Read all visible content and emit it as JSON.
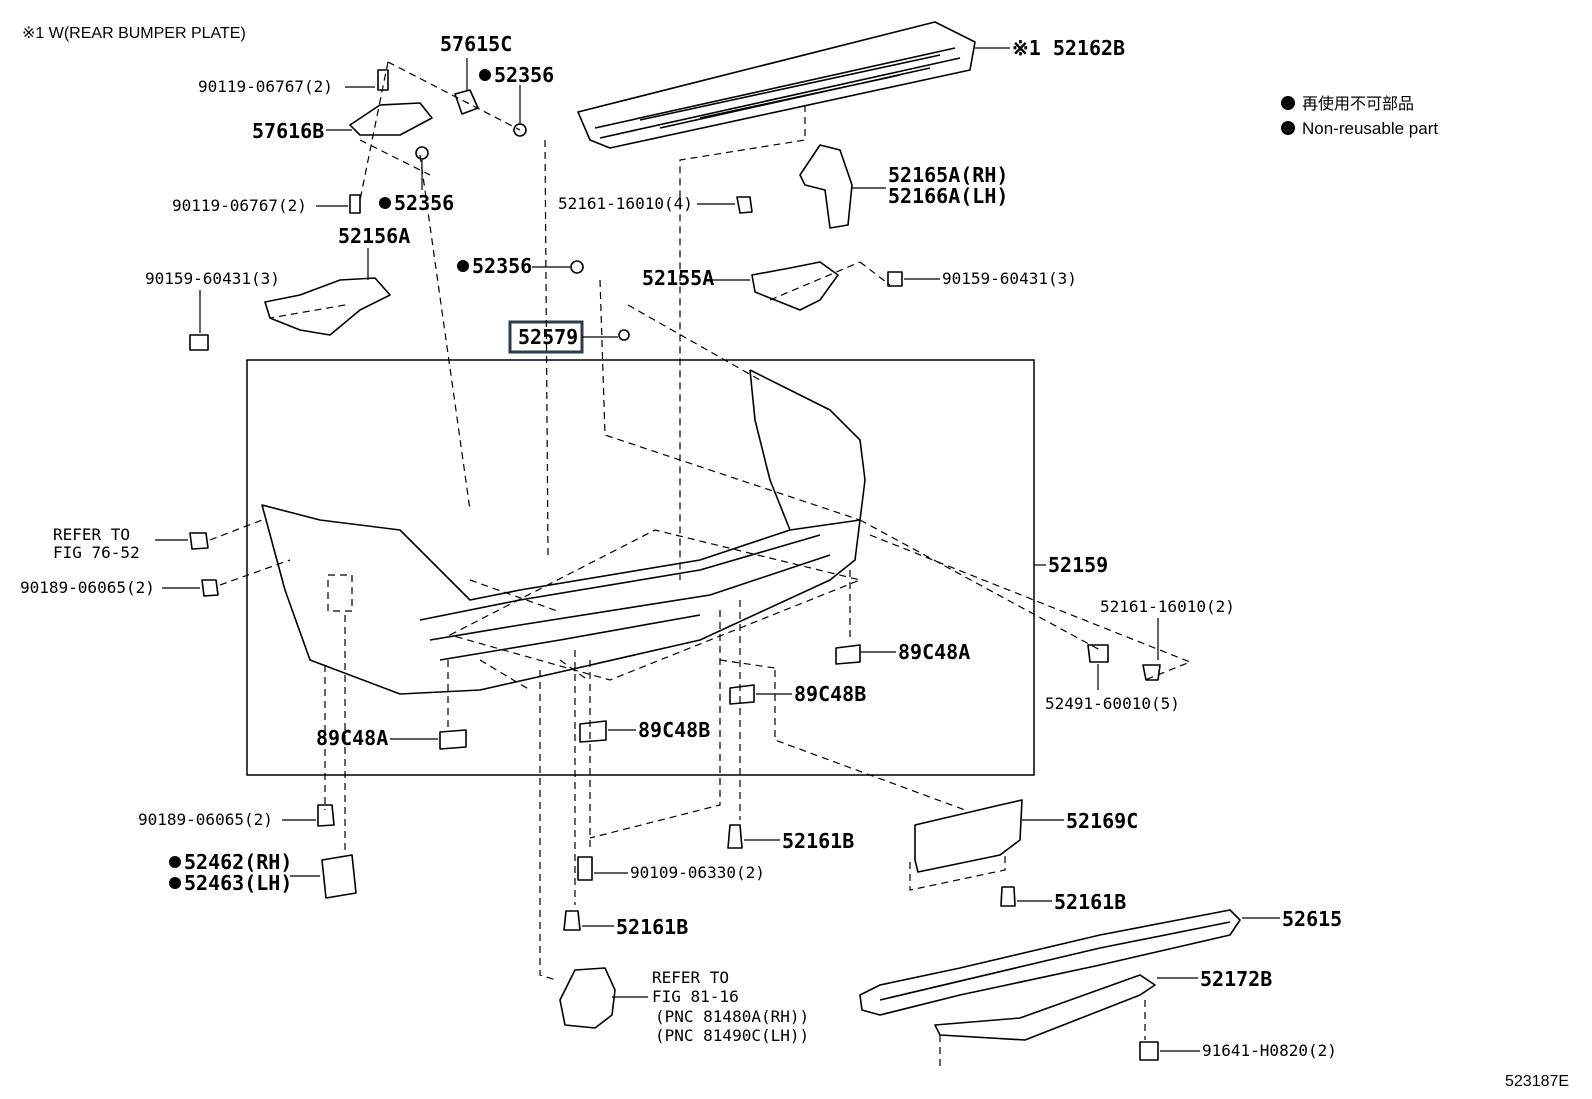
{
  "header": {
    "note": "※1 W(REAR BUMPER PLATE)",
    "legend_jp": "再使用不可部品",
    "legend_en": "Non-reusable part",
    "figure_id": "523187E"
  },
  "labels": {
    "p57615C": "57615C",
    "p52356_a": "52356",
    "p90119_a": "90119-06767(2)",
    "p57616B": "57616B",
    "p90119_b": "90119-06767(2)",
    "p52356_b": "52356",
    "p52156A": "52156A",
    "p90159_a": "90159-60431(3)",
    "p52356_c": "52356",
    "p52579": "52579",
    "p52162B": "※1 52162B",
    "p52165A": "52165A(RH)",
    "p52166A": "52166A(LH)",
    "p52161_16010_a": "52161-16010(4)",
    "p52155A": "52155A",
    "p90159_b": "90159-60431(3)",
    "refer76_1": "REFER TO",
    "refer76_2": "FIG 76-52",
    "p90189_a": "90189-06065(2)",
    "p52159": "52159",
    "p52161_16010_b": "52161-16010(2)",
    "p89C48A_r": "89C48A",
    "p89C48B_r": "89C48B",
    "p52491": "52491-60010(5)",
    "p89C48A_l": "89C48A",
    "p89C48B_l": "89C48B",
    "p90189_b": "90189-06065(2)",
    "p52161B_a": "52161B",
    "p52169C": "52169C",
    "p52462": "52462(RH)",
    "p52463": "52463(LH)",
    "p90109": "90109-06330(2)",
    "p52161B_b": "52161B",
    "p52161B_c": "52161B",
    "p52615": "52615",
    "refer81_1": "REFER TO",
    "refer81_2": "FIG 81-16",
    "refer81_3": "(PNC 81480A(RH))",
    "refer81_4": "(PNC 81490C(LH))",
    "p52172B": "52172B",
    "p91641": "91641-H0820(2)"
  },
  "colors": {
    "line": "#000000",
    "highlight_border": "#2f3b4a"
  }
}
